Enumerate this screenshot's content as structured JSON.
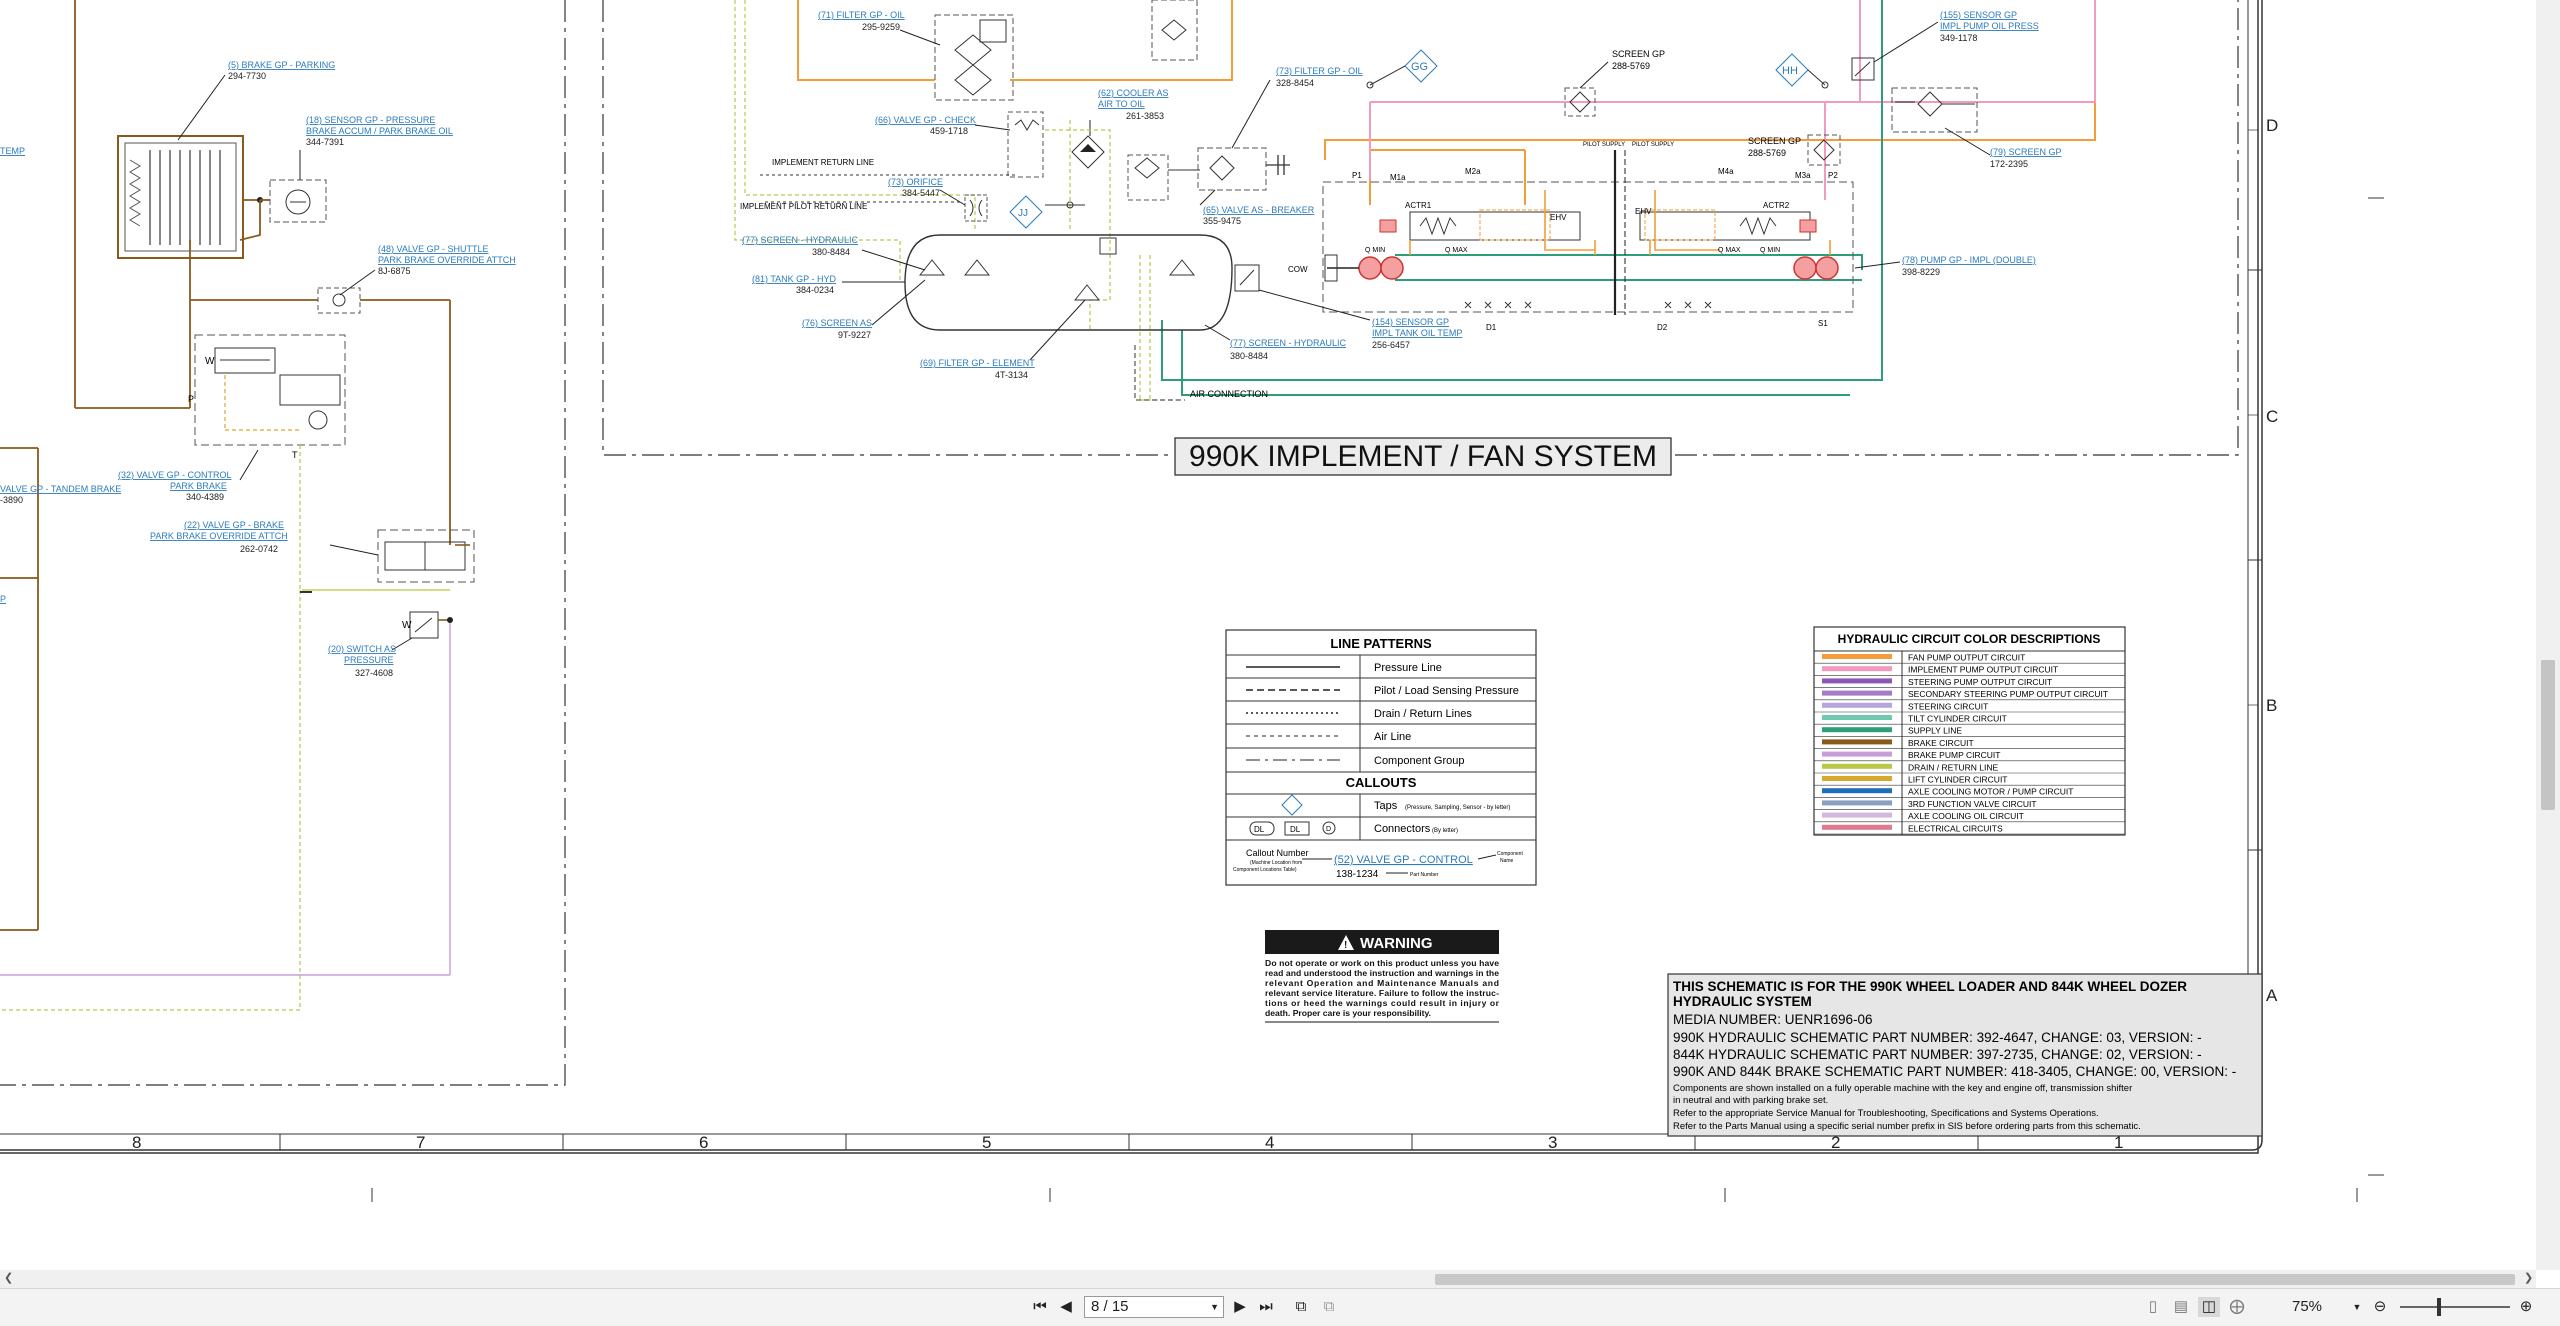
{
  "schematic": {
    "title": "990K IMPLEMENT / FAN SYSTEM",
    "column_numbers": [
      "8",
      "7",
      "6",
      "5",
      "4",
      "3",
      "2",
      "1"
    ],
    "row_letters": [
      "D",
      "C",
      "B",
      "A"
    ],
    "labels_left": {
      "brake_parking_name": "(5) BRAKE GP - PARKING",
      "brake_parking_pn": "294-7730",
      "sensor_pressure_name1": "(18) SENSOR GP - PRESSURE",
      "sensor_pressure_name2": "BRAKE ACCUM / PARK BRAKE OIL",
      "sensor_pressure_pn": "344-7391",
      "temp_frag": "TEMP",
      "shuttle_name1": "(48) VALVE GP - SHUTTLE",
      "shuttle_name2": "PARK BRAKE OVERRIDE ATTCH",
      "shuttle_pn": "8J-6875",
      "control_name1": "(32) VALVE GP - CONTROL",
      "control_name2": "PARK BRAKE",
      "control_pn": "340-4389",
      "tandem_frag": "VALVE GP - TANDEM BRAKE",
      "tandem_pn_frag": "-3890",
      "valve_brake_name1": "(22) VALVE GP - BRAKE",
      "valve_brake_name2": "PARK BRAKE OVERRIDE ATTCH",
      "valve_brake_pn": "262-0742",
      "switch_name1": "(20) SWITCH AS",
      "switch_name2": "PRESSURE",
      "switch_pn": "327-4608",
      "p_frag": "P",
      "letter_w": "W",
      "letter_p": "P",
      "letter_t": "T"
    },
    "labels_main": {
      "filter_oil_name": "(71) FILTER GP - OIL",
      "filter_oil_pn": "295-9259",
      "valve_check_name": "(66) VALVE GP - CHECK",
      "valve_check_pn": "459-1718",
      "cooler_name1": "(62) COOLER AS",
      "cooler_name2": "AIR TO OIL",
      "cooler_pn": "261-3853",
      "impl_return_line": "IMPLEMENT RETURN LINE",
      "impl_pilot_return": "IMPLEMENT PILOT RETURN LINE",
      "orifice_name": "(73) ORIFICE",
      "orifice_pn": "384-5447",
      "screen_hyd_name": "(77) SCREEN - HYDRAULIC",
      "screen_hyd_pn": "380-8484",
      "tank_name": "(81) TANK GP - HYD",
      "tank_pn": "384-0234",
      "screen_as_name": "(76) SCREEN AS",
      "screen_as_pn": "9T-9227",
      "filter_element_name": "(69) FILTER GP - ELEMENT",
      "filter_element_pn": "4T-3134",
      "valve_breaker_name": "(65) VALVE AS - BREAKER",
      "valve_breaker_pn": "355-9475",
      "screen_hyd2_name": "(77) SCREEN - HYDRAULIC",
      "screen_hyd2_pn": "380-8484",
      "sensor_tank_name1": "(154) SENSOR GP",
      "sensor_tank_name2": "IMPL TANK OIL TEMP",
      "sensor_tank_pn": "256-6457",
      "air_connection": "AIR CONNECTION",
      "filter_oil2_name": "(73) FILTER GP - OIL",
      "filter_oil2_pn": "328-8454",
      "screen_gp1": "SCREEN GP",
      "screen_gp1_pn": "288-5769",
      "screen_gp2": "SCREEN GP",
      "screen_gp2_pn": "288-5769",
      "sensor_pump_name1": "(155) SENSOR GP",
      "sensor_pump_name2": "IMPL PUMP OIL PRESS",
      "sensor_pump_pn": "349-1178",
      "screen_gp79_name": "(79) SCREEN GP",
      "screen_gp79_pn": "172-2395",
      "pump_impl_name": "(78) PUMP GP - IMPL (DOUBLE)",
      "pump_impl_pn": "398-8229",
      "tap_gg": "GG",
      "tap_hh": "HH",
      "conn_jj": "JJ",
      "actr1": "ACTR1",
      "actr2": "ACTR2",
      "ehv1": "EHV",
      "ehv2": "EHV",
      "qmin1": "Q MIN",
      "qmax1": "Q MAX",
      "qmax2": "Q MAX",
      "qmin2": "Q MIN",
      "p1": "P1",
      "p2": "P2",
      "m1a": "M1a",
      "m2a": "M2a",
      "m4a": "M4a",
      "m3a": "M3a",
      "d1": "D1",
      "d2": "D2",
      "s1": "S1",
      "cow": "COW",
      "pilot_supply1": "PILOT SUPPLY",
      "pilot_supply2": "PILOT SUPPLY"
    },
    "line_patterns": {
      "title": "LINE PATTERNS",
      "rows": [
        "Pressure Line",
        "Pilot / Load Sensing Pressure",
        "Drain / Return Lines",
        "Air Line",
        "Component Group"
      ],
      "callouts_title": "CALLOUTS",
      "taps": "Taps",
      "taps_note": "(Pressure, Sampling, Sensor - by letter)",
      "connectors": "Connectors",
      "connectors_note": "(By letter)",
      "dl": "DL",
      "d": "D",
      "cn_label": "Callout Number",
      "cn_note1": "(Machine Location from",
      "cn_note2": "Component Locations Table)",
      "cn_example": "(52) VALVE GP - CONTROL",
      "cn_pn": "138-1234",
      "component_name": "Component",
      "component_name2": "Name",
      "part_number": "Part Number"
    },
    "color_desc": {
      "title": "HYDRAULIC CIRCUIT COLOR DESCRIPTIONS",
      "rows": [
        {
          "label": "FAN PUMP OUTPUT CIRCUIT",
          "color": "#f29d3a"
        },
        {
          "label": "IMPLEMENT PUMP OUTPUT CIRCUIT",
          "color": "#f29ac0"
        },
        {
          "label": "STEERING PUMP OUTPUT CIRCUIT",
          "color": "#8e57b5"
        },
        {
          "label": "SECONDARY STEERING PUMP OUTPUT CIRCUIT",
          "color": "#a57ac7"
        },
        {
          "label": "STEERING CIRCUIT",
          "color": "#b6a6e0"
        },
        {
          "label": "TILT CYLINDER CIRCUIT",
          "color": "#6fc8b0"
        },
        {
          "label": "SUPPLY LINE",
          "color": "#2e9e7a"
        },
        {
          "label": "BRAKE CIRCUIT",
          "color": "#8a5a1c"
        },
        {
          "label": "BRAKE PUMP CIRCUIT",
          "color": "#c89ed8"
        },
        {
          "label": "DRAIN / RETURN LINE",
          "color": "#b8c94a"
        },
        {
          "label": "LIFT CYLINDER CIRCUIT",
          "color": "#d9a92b"
        },
        {
          "label": "AXLE COOLING MOTOR / PUMP CIRCUIT",
          "color": "#1e6fb8"
        },
        {
          "label": "3RD FUNCTION VALVE CIRCUIT",
          "color": "#8aa0c0"
        },
        {
          "label": "AXLE COOLING OIL CIRCUIT",
          "color": "#d4b8dc"
        },
        {
          "label": "ELECTRICAL CIRCUITS",
          "color": "#e07a8c"
        }
      ]
    },
    "warning": {
      "title": "WARNING",
      "lines": [
        "Do not operate or work on this product unless you have",
        "read and understood the instruction and warnings in the",
        "relevant Operation and Maintenance Manuals and",
        "relevant service literature. Failure to follow the instruc-",
        "tions or heed the warnings could result in injury or",
        "death. Proper care is your responsibility."
      ]
    },
    "info_box": {
      "title1": "THIS SCHEMATIC IS FOR THE 990K WHEEL LOADER AND 844K WHEEL DOZER",
      "title2": "HYDRAULIC SYSTEM",
      "media": "MEDIA NUMBER: UENR1696-06",
      "line1": "990K HYDRAULIC SCHEMATIC PART NUMBER: 392-4647, CHANGE: 03, VERSION: -",
      "line2": "844K HYDRAULIC SCHEMATIC PART NUMBER: 397-2735, CHANGE: 02, VERSION: -",
      "line3": "990K AND 844K BRAKE SCHEMATIC PART NUMBER: 418-3405, CHANGE: 00, VERSION: -",
      "note1": "Components are shown installed on a fully operable machine with the key and engine off, transmission shifter",
      "note2": "in neutral and with parking brake set.",
      "note3": "Refer to the appropriate Service Manual for Troubleshooting, Specifications and Systems Operations.",
      "note4": "Refer to the Parts Manual using a specific serial number prefix in SIS before ordering parts from this schematic."
    }
  },
  "statusbar": {
    "page": "8 / 15",
    "zoom": "75%",
    "first_page_icon": "first-page-icon",
    "prev_page_icon": "prev-page-icon",
    "next_page_icon": "next-page-icon",
    "last_page_icon": "last-page-icon"
  }
}
